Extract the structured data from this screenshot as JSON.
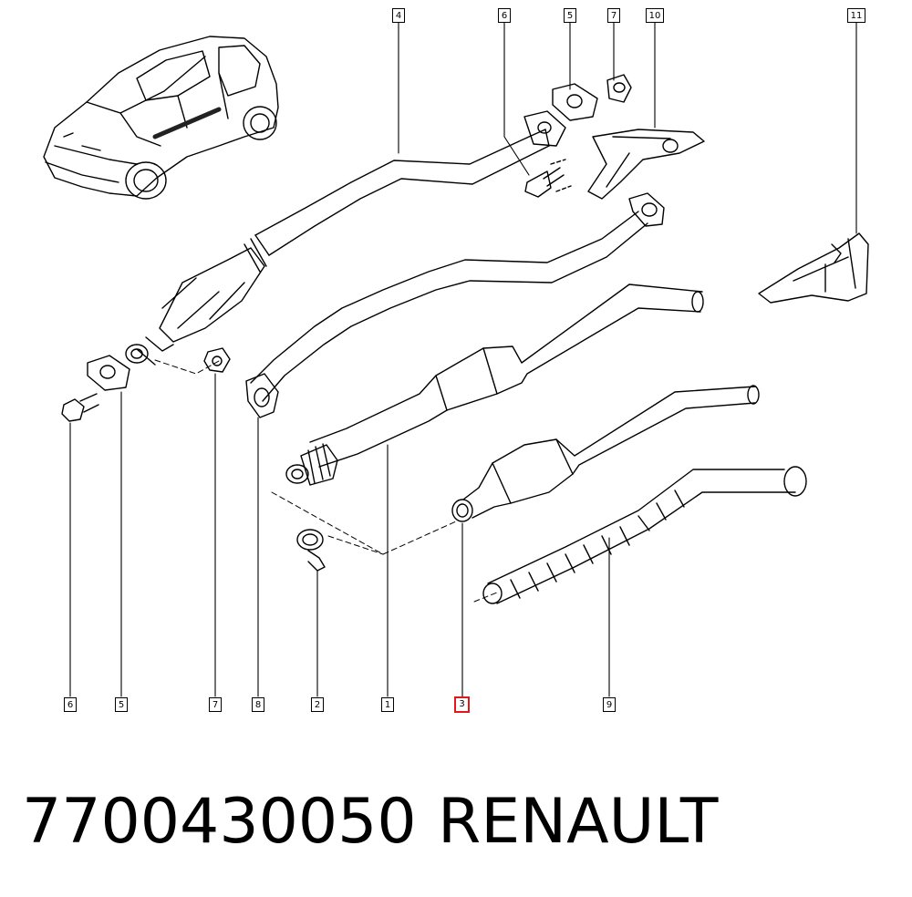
{
  "callouts": {
    "top_4": "4",
    "top_6": "6",
    "top_5": "5",
    "top_7": "7",
    "top_10": "10",
    "top_11": "11",
    "bot_6": "6",
    "bot_5": "5",
    "bot_7": "7",
    "bot_8": "8",
    "bot_2": "2",
    "bot_1": "1",
    "bot_3": "3",
    "bot_9": "9"
  },
  "highlighted_callout": "3",
  "highlight_color": "#e01818",
  "footer": {
    "part_number": "7700430050",
    "brand": "RENAULT"
  }
}
